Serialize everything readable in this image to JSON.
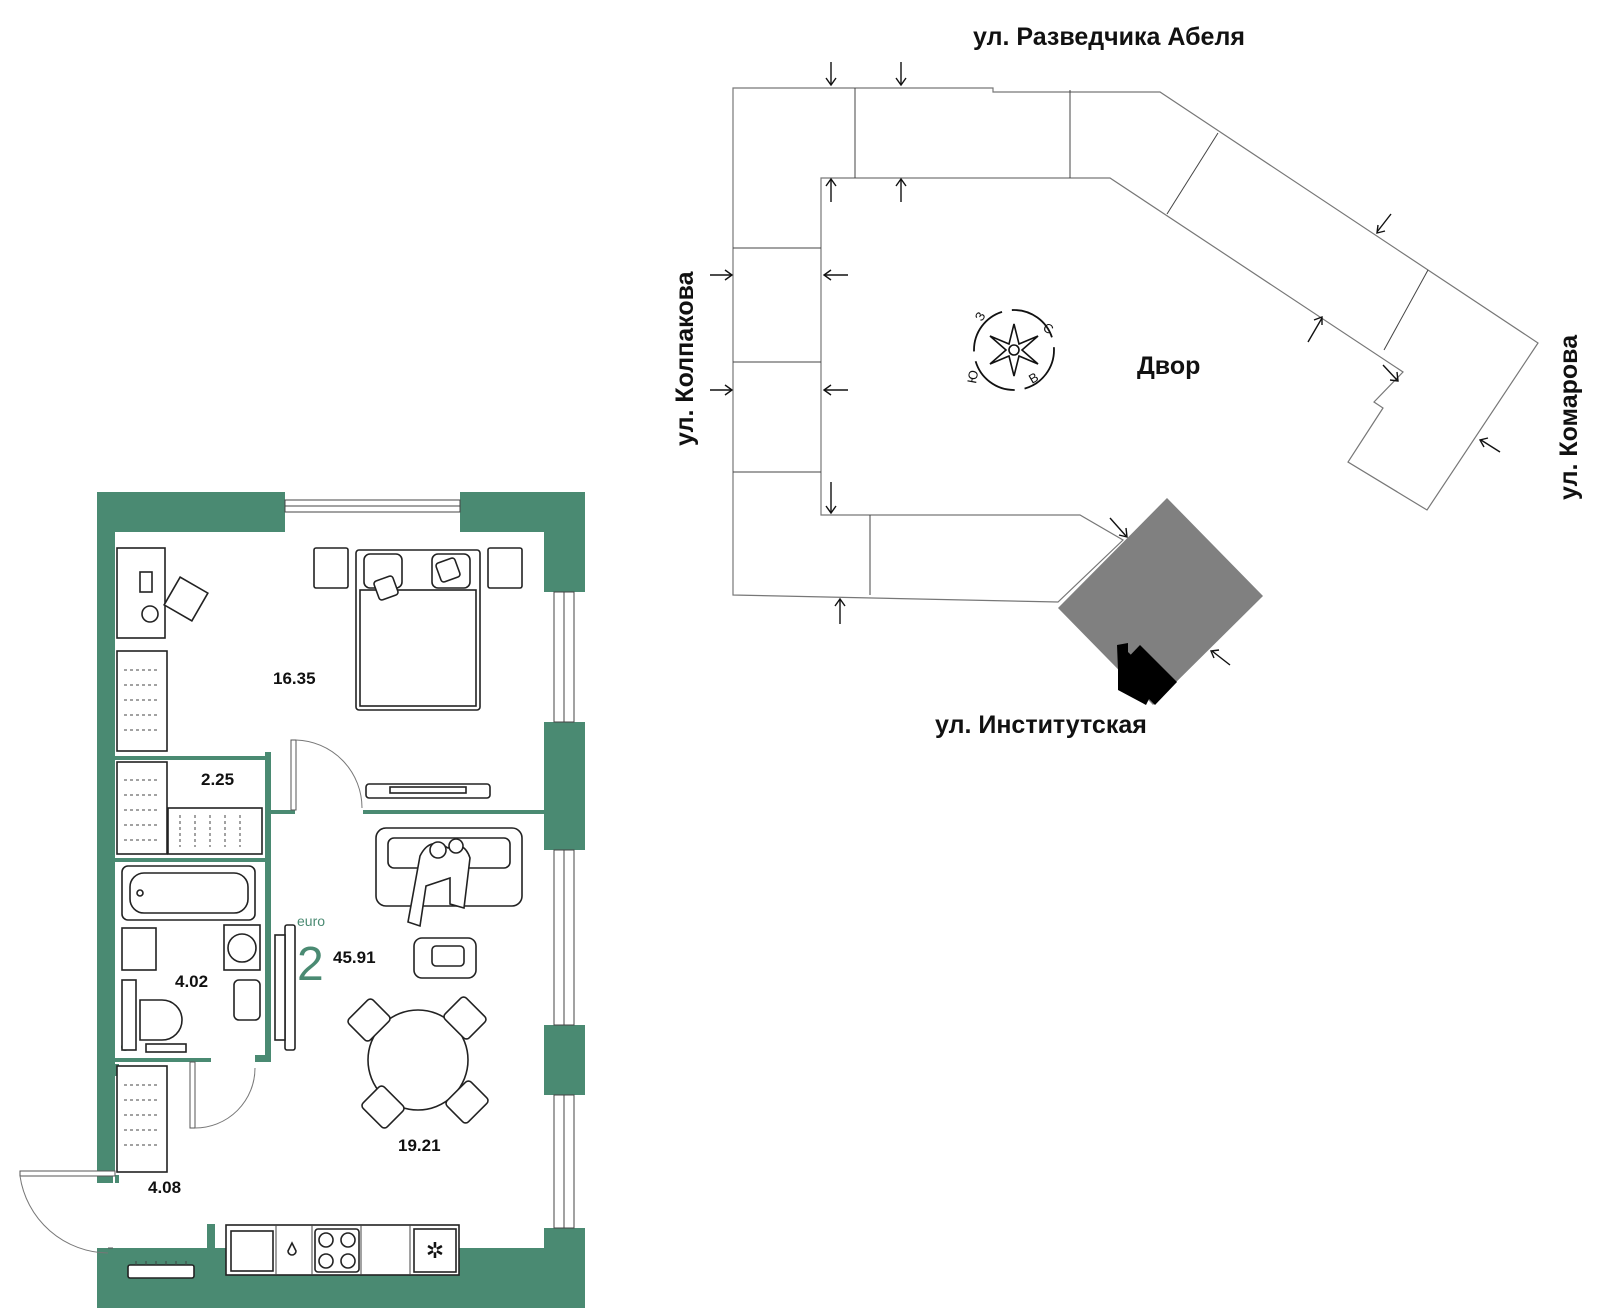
{
  "colors": {
    "wall": "#4a8a72",
    "building_selected": "#808080",
    "section_selected": "#000000",
    "line": "#111111"
  },
  "site_plan": {
    "streets": {
      "north": "ул. Разведчика Абеля",
      "west": "ул. Колпакова",
      "east": "ул. Комарова",
      "south": "ул. Институтская"
    },
    "yard_label": "Двор",
    "compass": {
      "icon": "compass-rose-icon",
      "letters": [
        "С",
        "В",
        "Ю",
        "З"
      ]
    }
  },
  "apartment": {
    "type_label": "euro",
    "rooms_count": "2",
    "total_area": "45.91",
    "rooms": {
      "bedroom": "16.35",
      "wardrobe": "2.25",
      "bathroom": "4.02",
      "hall": "4.08",
      "kitchen_living": "19.21"
    }
  }
}
